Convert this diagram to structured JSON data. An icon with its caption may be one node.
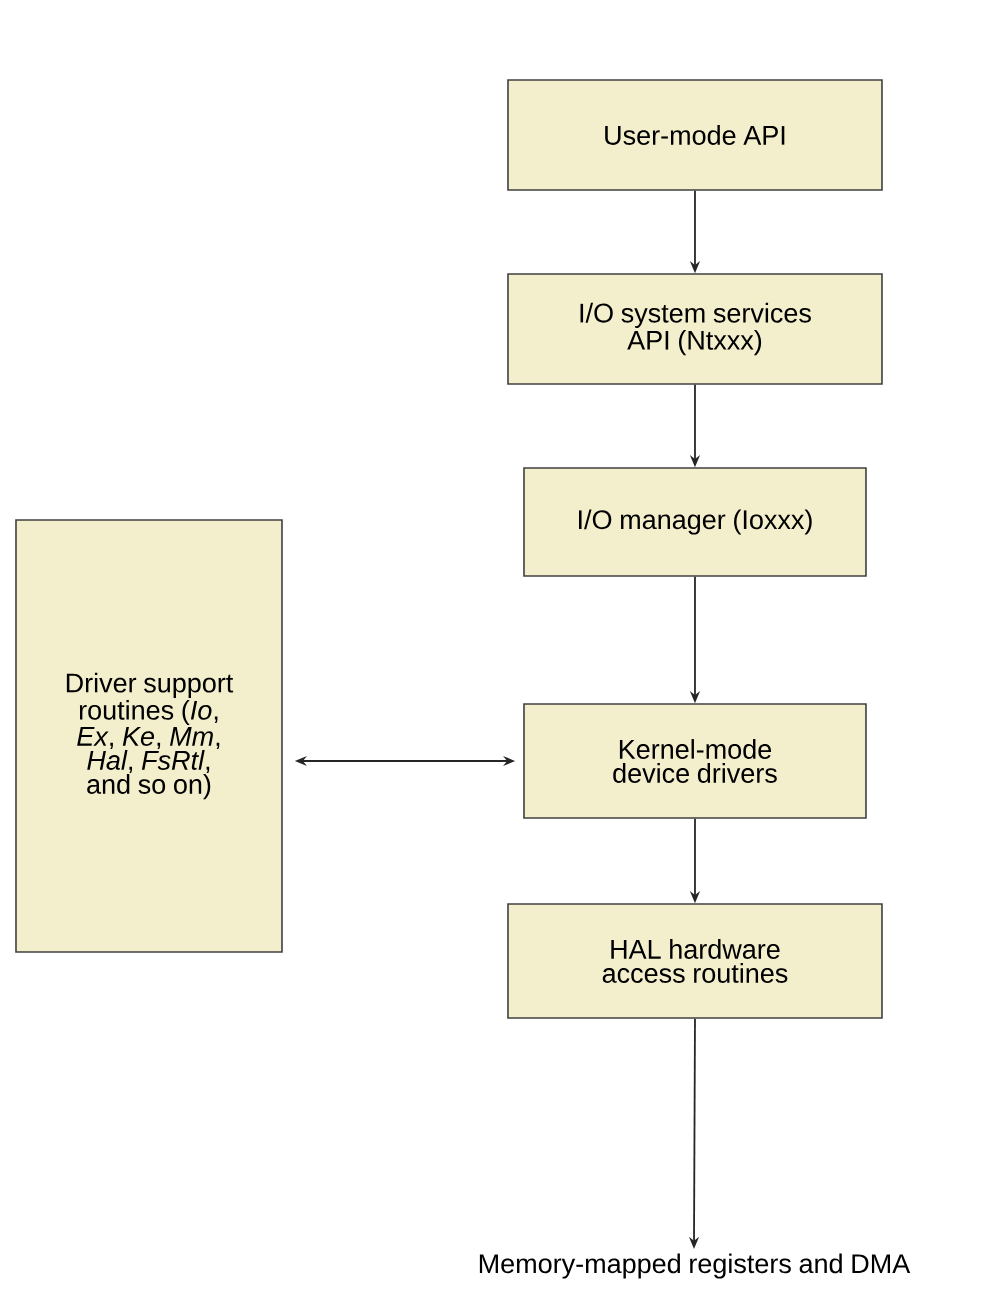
{
  "diagram": {
    "nodes": [
      {
        "text": [
          "User-mode API"
        ]
      },
      {
        "text": [
          "I/O system services API (Ntxxx)"
        ]
      },
      {
        "text": [
          "I/O manager (Ioxxx)"
        ]
      },
      {
        "text": [
          "Kernel-mode device drivers"
        ]
      },
      {
        "text": [
          "HAL hardware access routines"
        ]
      },
      {
        "text": [
          "Driver support routines (*Io*, *Ex*, *Ke*, *Mm*, *Hal*, *FsRtl*, and so on)"
        ]
      },
      {
        "text": [
          "Memory-mapped registers and DMA"
        ]
      }
    ],
    "edges": [
      {
        "from": 0,
        "to": 1,
        "arrow": "to"
      },
      {
        "from": 1,
        "to": 2,
        "arrow": "to"
      },
      {
        "from": 2,
        "to": 3,
        "arrow": "to"
      },
      {
        "from": 3,
        "to": 4,
        "arrow": "to"
      },
      {
        "from": 4,
        "to": 6,
        "arrow": "to"
      },
      {
        "from": 5,
        "to": 3,
        "arrow": "both"
      }
    ]
  }
}
